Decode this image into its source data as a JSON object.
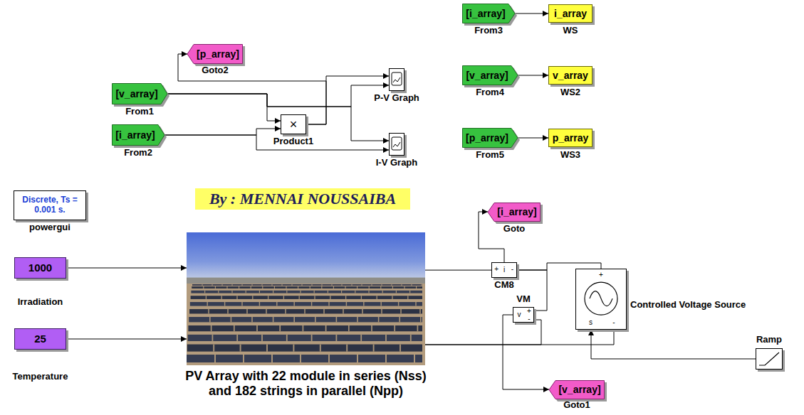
{
  "diagram": {
    "nodes": [
      {
        "text": [
          "[p_array]",
          "Goto2"
        ]
      },
      {
        "text": [
          "[v_array]",
          "From1"
        ]
      },
      {
        "text": [
          "P-V Graph"
        ]
      },
      {
        "text": [
          "×",
          "Product1"
        ]
      },
      {
        "text": [
          "[i_array]",
          "From2"
        ]
      },
      {
        "text": [
          "I-V Graph"
        ]
      },
      {
        "text": [
          "[i_array]",
          "From3"
        ]
      },
      {
        "text": [
          "i_array",
          "WS"
        ]
      },
      {
        "text": [
          "[v_array]",
          "From4"
        ]
      },
      {
        "text": [
          "v_array",
          "WS2"
        ]
      },
      {
        "text": [
          "[p_array]",
          "From5"
        ]
      },
      {
        "text": [
          "p_array",
          "WS3"
        ]
      },
      {
        "text": [
          "Discrete, Ts = 0.001 s.",
          "powergui"
        ]
      },
      {
        "text": [
          "1000",
          "Irradiation"
        ]
      },
      {
        "text": [
          "25",
          "Temperature"
        ]
      },
      {
        "text": [
          "PV Array with 22 module in series (Nss) and 182 strings in parallel (Npp)"
        ]
      },
      {
        "text": [
          "[i_array]",
          "Goto"
        ]
      },
      {
        "text": [
          "+",
          "i",
          "-",
          "CM8"
        ]
      },
      {
        "text": [
          "VM",
          "v",
          "+",
          "-"
        ]
      },
      {
        "text": [
          "Controlled Voltage Source",
          "+",
          "s",
          "-"
        ]
      },
      {
        "text": [
          "Ramp"
        ]
      },
      {
        "text": [
          "[v_array]",
          "Goto1"
        ]
      }
    ],
    "edges": [
      {
        "from": 1,
        "to": 3,
        "arrow": "to"
      },
      {
        "from": 1,
        "to": 2,
        "arrow": "to"
      },
      {
        "from": 1,
        "to": 5,
        "arrow": "to"
      },
      {
        "from": 4,
        "to": 3,
        "arrow": "to"
      },
      {
        "from": 4,
        "to": 5,
        "arrow": "to"
      },
      {
        "from": 3,
        "to": 0,
        "arrow": "to"
      },
      {
        "from": 3,
        "to": 2,
        "arrow": "to"
      },
      {
        "from": 6,
        "to": 7,
        "arrow": "to"
      },
      {
        "from": 8,
        "to": 9,
        "arrow": "to"
      },
      {
        "from": 10,
        "to": 11,
        "arrow": "to"
      },
      {
        "from": 13,
        "to": 15,
        "arrow": "to"
      },
      {
        "from": 14,
        "to": 15,
        "arrow": "to"
      },
      {
        "from": 15,
        "to": 17,
        "arrow": "none"
      },
      {
        "from": 17,
        "to": 16,
        "arrow": "to"
      },
      {
        "from": 17,
        "to": 19,
        "arrow": "none"
      },
      {
        "from": 17,
        "to": 18,
        "arrow": "none"
      },
      {
        "from": 15,
        "to": 18,
        "arrow": "none"
      },
      {
        "from": 15,
        "to": 19,
        "arrow": "none"
      },
      {
        "from": 20,
        "to": 19,
        "arrow": "to"
      },
      {
        "from": 18,
        "to": 21,
        "arrow": "to"
      }
    ],
    "labels": [
      "By : MENNAI NOUSSAIBA"
    ]
  }
}
